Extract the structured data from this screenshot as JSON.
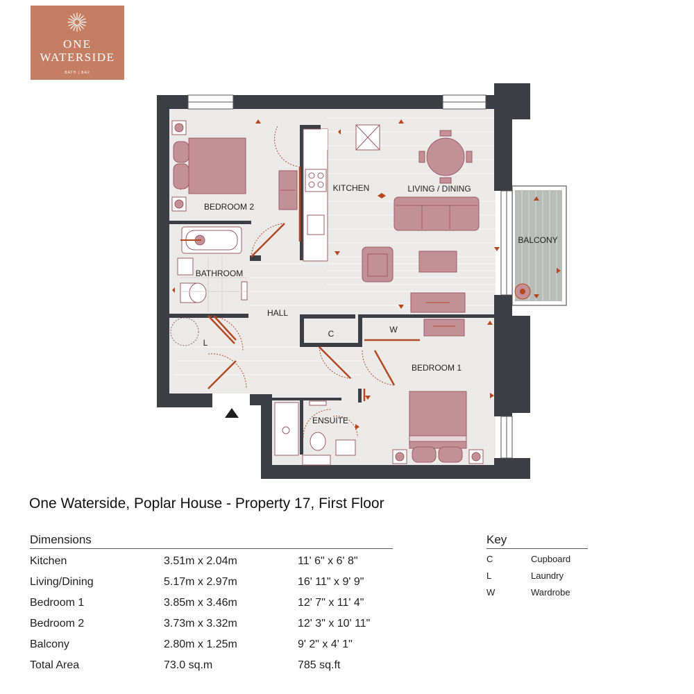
{
  "logo": {
    "line1": "ONE",
    "line2": "WATERSIDE",
    "line3": "BATH | BA2",
    "icon": "sunburst-icon"
  },
  "plan": {
    "rooms": {
      "bedroom2": "BEDROOM 2",
      "kitchen": "KITCHEN",
      "living_dining": "LIVING / DINING",
      "balcony": "BALCONY",
      "bathroom": "BATHROOM",
      "hall": "HALL",
      "laundry": "L",
      "cupboard": "C",
      "wardrobe": "W",
      "bedroom1": "BEDROOM 1",
      "ensuite": "ENSUITE"
    }
  },
  "title": "One Waterside, Poplar House - Property 17, First Floor",
  "dimensions": {
    "heading": "Dimensions",
    "rows": [
      {
        "room": "Kitchen",
        "metric": "3.51m x 2.04m",
        "imperial": "11' 6\" x 6' 8\""
      },
      {
        "room": "Living/Dining",
        "metric": "5.17m x 2.97m",
        "imperial": "16' 11\" x 9' 9\""
      },
      {
        "room": "Bedroom 1",
        "metric": "3.85m x 3.46m",
        "imperial": "12' 7\" x 11' 4\""
      },
      {
        "room": "Bedroom 2",
        "metric": "3.73m x 3.32m",
        "imperial": "12' 3\" x 10' 11\""
      },
      {
        "room": "Balcony",
        "metric": "2.80m x 1.25m",
        "imperial": "9' 2\" x 4' 1\""
      },
      {
        "room": "Total Area",
        "metric": "73.0 sq.m",
        "imperial": "785 sq.ft"
      }
    ]
  },
  "key": {
    "heading": "Key",
    "items": [
      {
        "code": "C",
        "label": "Cupboard"
      },
      {
        "code": "L",
        "label": "Laundry"
      },
      {
        "code": "W",
        "label": "Wardrobe"
      }
    ]
  },
  "colors": {
    "brand": "#c47e64",
    "wall": "#3b3e45",
    "floor": "#ece9e9",
    "furniture": "#c49098",
    "accent": "#b5471e"
  }
}
